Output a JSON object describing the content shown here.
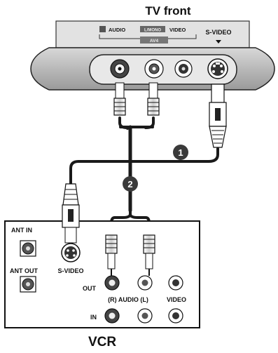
{
  "tv": {
    "title": "TV front",
    "audio_label": "AUDIO",
    "mono_label": "L/MONO",
    "video_label": "VIDEO",
    "av_label": "AV4",
    "svideo_label": "S-VIDEO"
  },
  "callouts": {
    "one": "1",
    "two": "2"
  },
  "vcr": {
    "title": "VCR",
    "ant_in": "ANT IN",
    "ant_out": "ANT OUT",
    "svideo": "S-VIDEO",
    "out": "OUT",
    "in": "IN",
    "audio_rl": "(R) AUDIO (L)",
    "video": "VIDEO"
  },
  "colors": {
    "panel_gray": "#c8c8c8",
    "panel_dark": "#8a8a8a",
    "cable": "#1a1a1a",
    "callout": "#3a3a3a"
  }
}
